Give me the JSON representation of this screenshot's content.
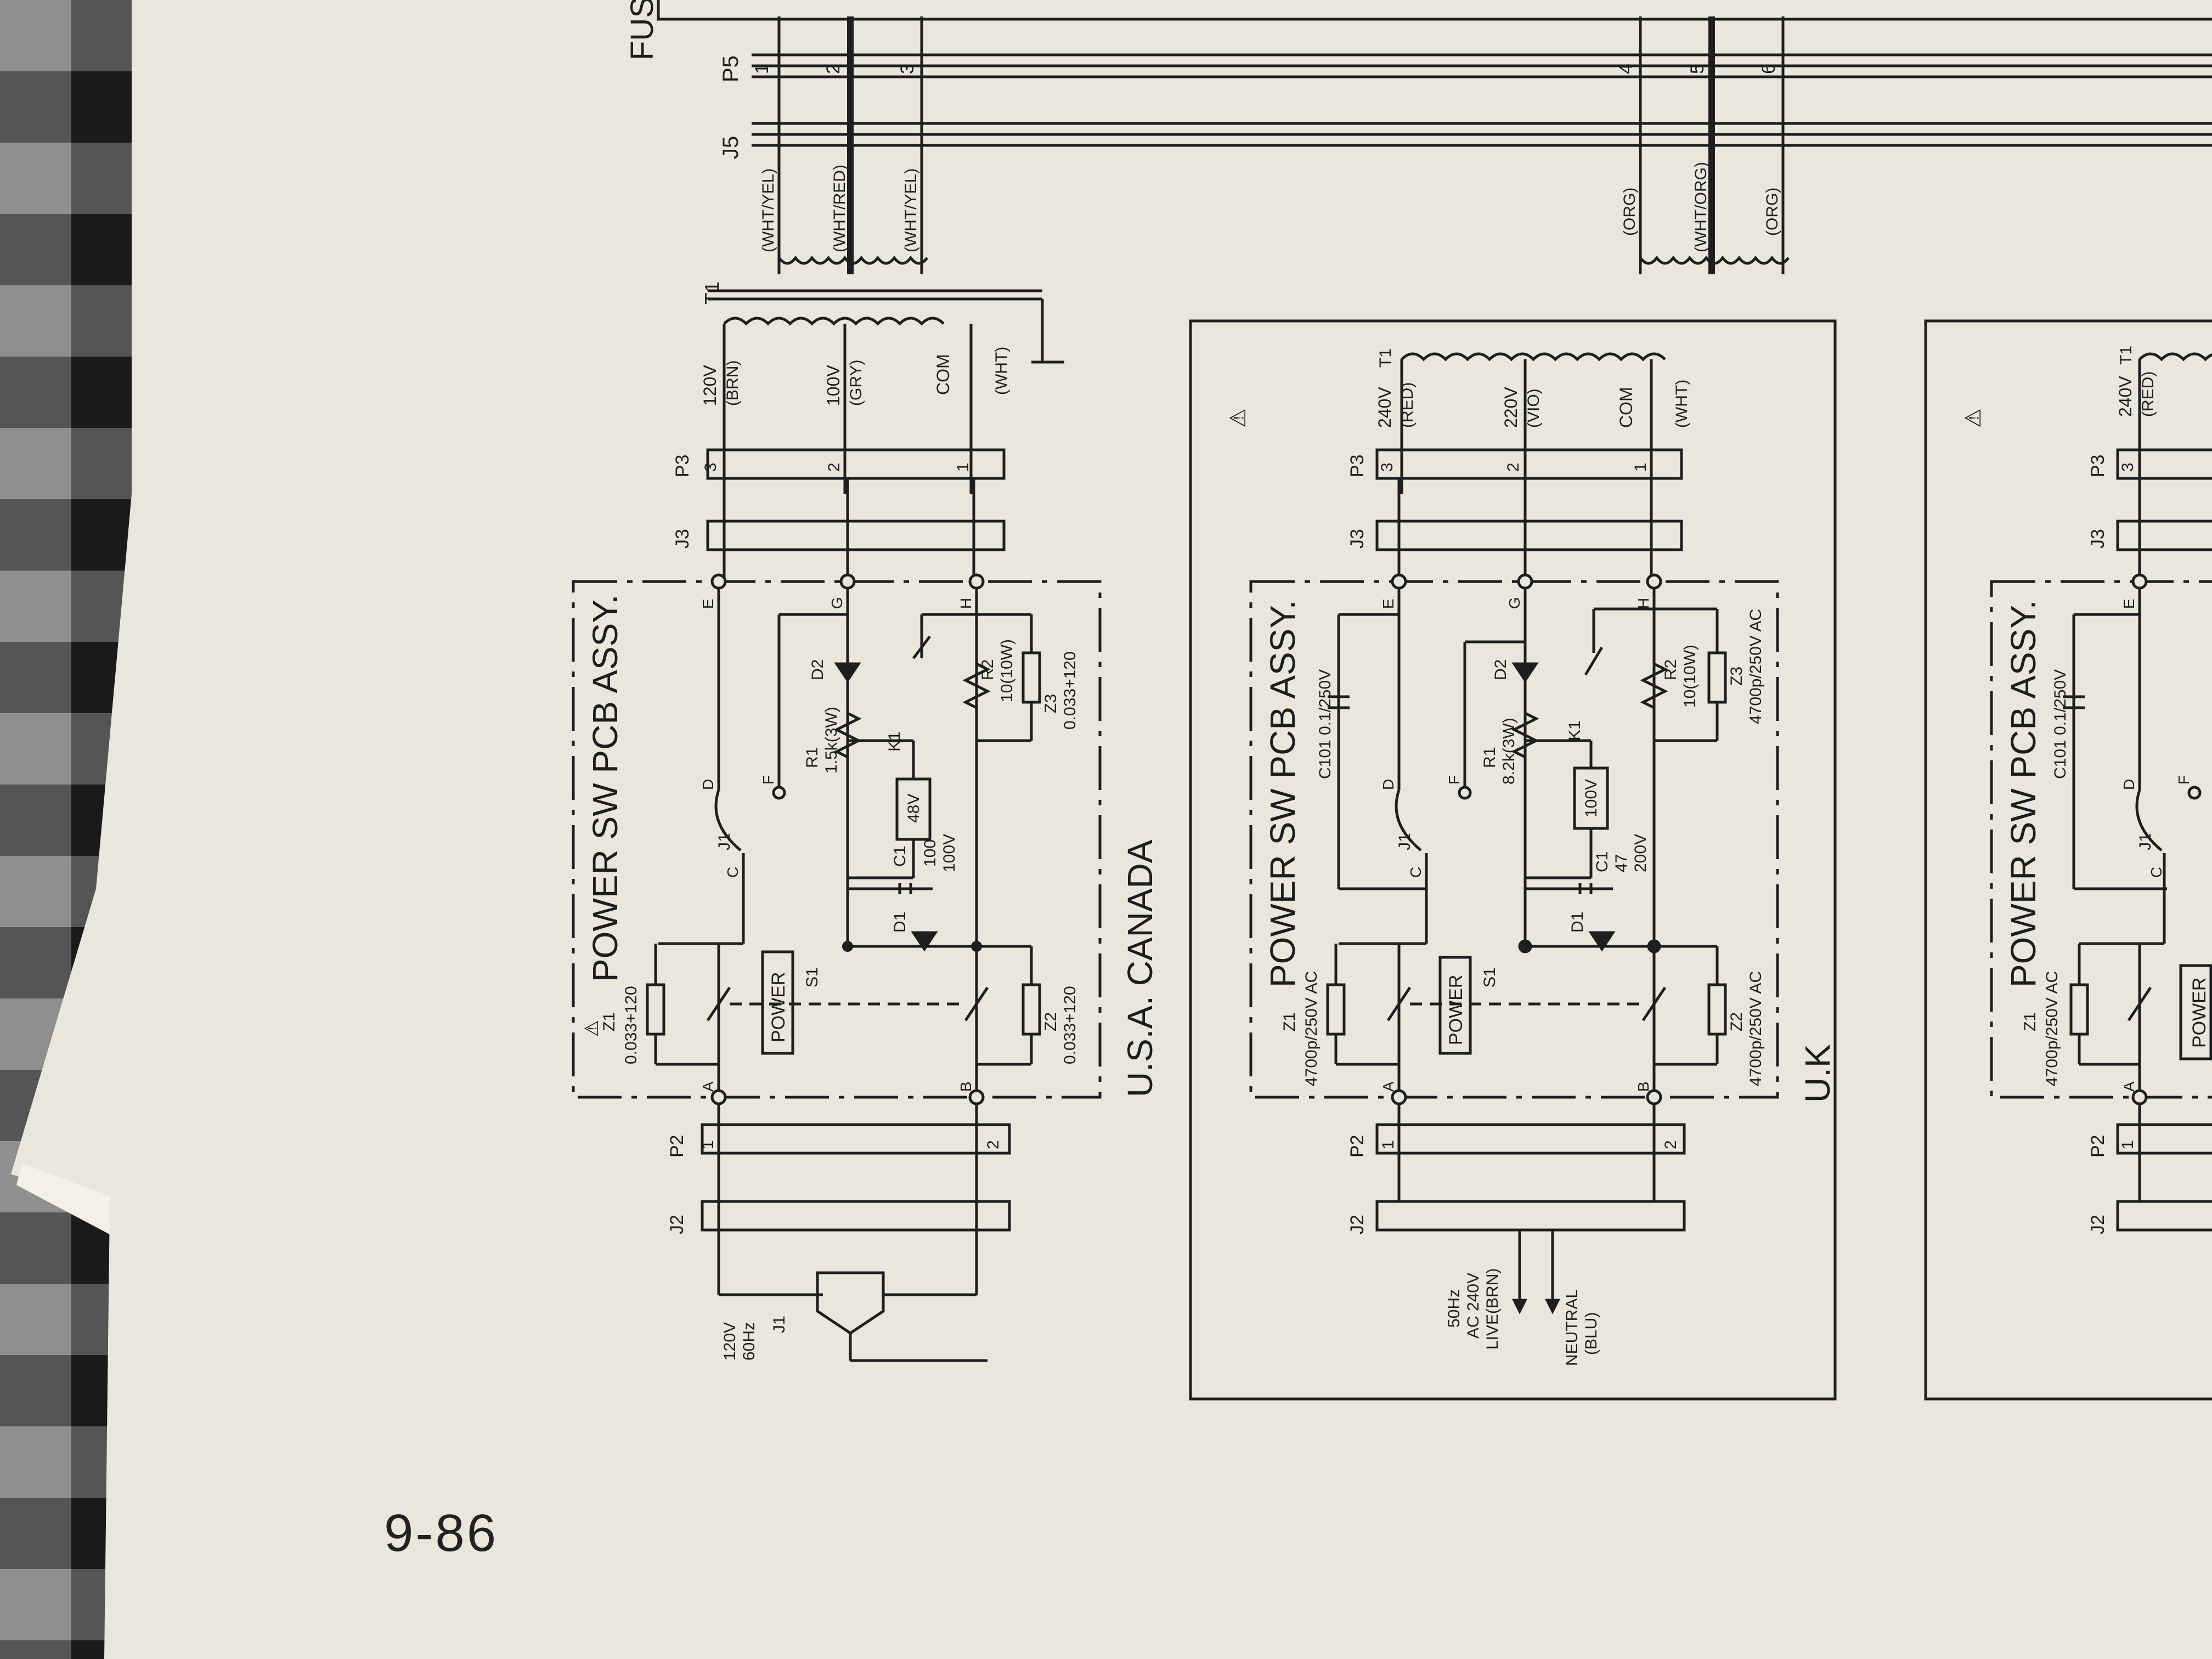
{
  "page": {
    "number": "9-86",
    "fuse_label": "FUS",
    "warning_symbol": "⚠"
  },
  "colors": {
    "paper": "#e9e6dc",
    "ink": "#1e1e1e",
    "cloth_dark": "#2b2b2b",
    "cloth_light": "#9a9a9a"
  },
  "top": {
    "p5": "P5",
    "j5": "J5",
    "t1": "T1",
    "pins": [
      "1",
      "2",
      "3",
      "4",
      "5",
      "6"
    ],
    "wires": [
      "(WHT/YEL)",
      "(WHT/RED)",
      "(WHT/YEL)",
      "(ORG)",
      "(WHT/ORG)",
      "(ORG)"
    ]
  },
  "usa": {
    "region": "U.S.A.  CANADA",
    "assy_title": "POWER SW PCB ASSY.",
    "taps": [
      "120V",
      "(BRN)",
      "100V",
      "(GRY)",
      "COM",
      "(WHT)"
    ],
    "p3": "P3",
    "j3": "J3",
    "p2": "P2",
    "j2": "J2",
    "j1": "J1",
    "nodes": [
      "E",
      "G",
      "H",
      "D",
      "F",
      "C",
      "A",
      "B"
    ],
    "pins3": [
      "3",
      "2",
      "1"
    ],
    "pins2": [
      "1",
      "2"
    ],
    "d2": "D2",
    "r1": "R1",
    "r1_val": "1.5k(3W)",
    "r2": "R2",
    "r2_val": "10(10W)",
    "z3": "Z3",
    "z3_val": "0.033+120",
    "k1": "K1",
    "relay_v": "48V",
    "c1": "C1",
    "c1_val1": "100",
    "c1_val2": "100V",
    "d1": "D1",
    "power": "POWER",
    "s1": "S1",
    "z1": "Z1",
    "z1_val": "0.033+120",
    "z2": "Z2",
    "z2_val": "0.033+120",
    "input1": "120V",
    "input2": "60Hz"
  },
  "uk": {
    "region": "U.K",
    "assy_title": "POWER SW PCB ASSY.",
    "taps": [
      "240V",
      "(RED)",
      "220V",
      "(VIO)",
      "COM",
      "(WHT)"
    ],
    "t1": "T1",
    "p3": "P3",
    "j3": "J3",
    "p2": "P2",
    "j2": "J2",
    "j1": "J1",
    "nodes": [
      "E",
      "G",
      "H",
      "D",
      "F",
      "C",
      "A",
      "B"
    ],
    "pins3": [
      "3",
      "2",
      "1"
    ],
    "pins2": [
      "1",
      "2"
    ],
    "c101": "C101  0.1/250V",
    "d2": "D2",
    "r1": "R1",
    "r1_val": "8.2k(3W)",
    "r2": "R2",
    "r2_val": "10(10W)",
    "z3": "Z3",
    "z3_val": "4700p/250V AC",
    "k1": "K1",
    "relay_v": "100V",
    "c1": "C1",
    "c1_val1": "47",
    "c1_val2": "200V",
    "d1": "D1",
    "power": "POWER",
    "s1": "S1",
    "z1": "Z1",
    "z1_val": "4700p/250V AC",
    "z2": "Z2",
    "z2_val": "4700p/250V AC",
    "live1": "50Hz",
    "live2": "AC 240V",
    "live3": "LIVE(BRN)",
    "neutral1": "NEUTRAL",
    "neutral2": "(BLU)"
  },
  "third": {
    "assy_title": "POWER SW PCB ASSY.",
    "taps": [
      "240V",
      "(RED)"
    ],
    "t1": "T1",
    "p3": "P3",
    "j3": "J3",
    "p2": "P2",
    "j2": "J2",
    "j1": "J1",
    "nodes": [
      "E",
      "D",
      "F",
      "C",
      "A"
    ],
    "pin3": "3",
    "pin1": "1",
    "c101": "C101  0.1/250V",
    "z1": "Z1",
    "z1_val": "4700p/250V AC",
    "power": "POWER"
  }
}
